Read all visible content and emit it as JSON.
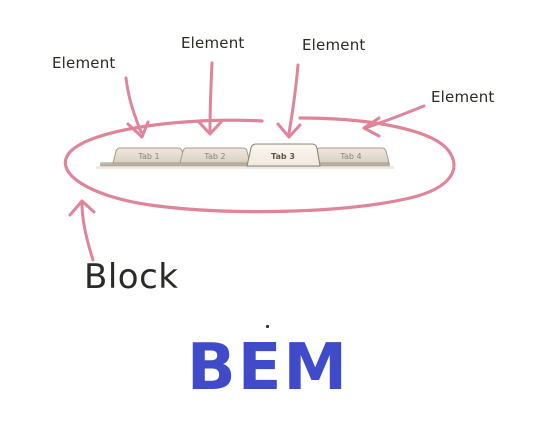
{
  "labels": {
    "element_1": "Element",
    "element_2": "Element",
    "element_3": "Element",
    "element_4": "Element",
    "block": "Block"
  },
  "tabs": [
    {
      "label": "Tab 1",
      "active": false
    },
    {
      "label": "Tab 2",
      "active": false
    },
    {
      "label": "Tab 3",
      "active": true
    },
    {
      "label": "Tab 4",
      "active": false
    }
  ],
  "title": "BEM",
  "colors": {
    "annotation_pink": "#e0849a",
    "title_blue": "#3f4bc8",
    "handwriting": "#2c2a24",
    "tab_face": "#e6dfd3",
    "tab_active_face": "#f6f2ea"
  }
}
